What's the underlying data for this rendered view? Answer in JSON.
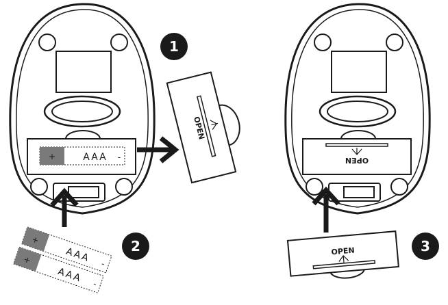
{
  "steps": [
    {
      "number": "1",
      "action": "remove-battery-cover"
    },
    {
      "number": "2",
      "action": "insert-batteries"
    },
    {
      "number": "3",
      "action": "replace-battery-cover"
    }
  ],
  "battery": {
    "type_label": "AAA",
    "plus_label": "+",
    "minus_label": "-"
  },
  "cover": {
    "label": "OPEN"
  },
  "colors": {
    "ink": "#1a1a1a",
    "battery_terminal": "#7a7a7a",
    "background": "#ffffff"
  }
}
